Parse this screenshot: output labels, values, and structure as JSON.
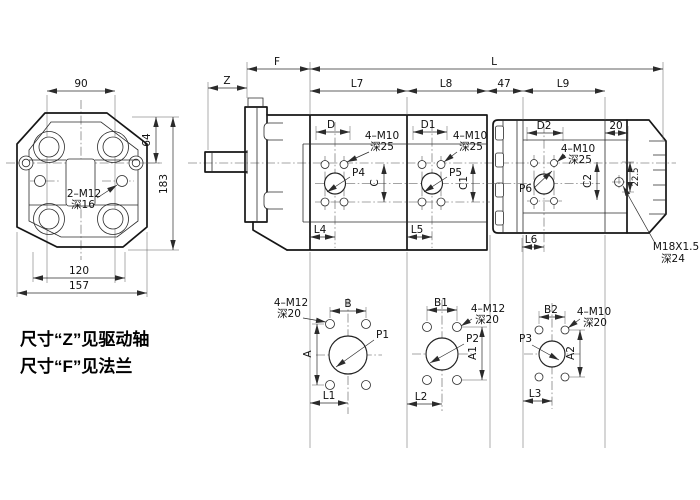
{
  "drawing": {
    "notes": {
      "line1": "尺寸“Z”见驱动轴",
      "line2": "尺寸“F”见法兰"
    },
    "front": {
      "dim_90": "90",
      "dim_64": "64",
      "dim_183": "183",
      "dim_120": "120",
      "dim_157": "157",
      "thread": "2–M12",
      "thread_depth": "深16"
    },
    "top_dims": {
      "z": "Z",
      "f": "F",
      "l": "L",
      "l7": "L7",
      "l8": "L8",
      "d47": "47",
      "l9": "L9",
      "d20": "20"
    },
    "side": {
      "d": "D",
      "d1": "D1",
      "d2": "D2",
      "m10": "4–M10",
      "m10_depth": "深25",
      "p4": "P4",
      "p5": "P5",
      "p6": "P6",
      "c": "C",
      "c1": "C1",
      "c2": "C2",
      "l4": "L4",
      "l5": "L5",
      "l6": "L6",
      "d225": "22.5",
      "m18": "M18X1.5",
      "m18_depth": "深24"
    },
    "ports": {
      "v1": {
        "m12": "4–M12",
        "depth": "深20",
        "b": "B",
        "a": "A",
        "l1": "L1",
        "p1": "P1"
      },
      "v2": {
        "m12": "4–M12",
        "depth": "深20",
        "b1": "B1",
        "a1": "A1",
        "l2": "L2",
        "p2": "P2"
      },
      "v3": {
        "m10": "4–M10",
        "depth": "深20",
        "b2": "B2",
        "a2": "A2",
        "l3": "L3",
        "p3": "P3"
      }
    },
    "colors": {
      "line": "#161616",
      "dim": "#2b2b2b",
      "background": "#ffffff"
    }
  }
}
